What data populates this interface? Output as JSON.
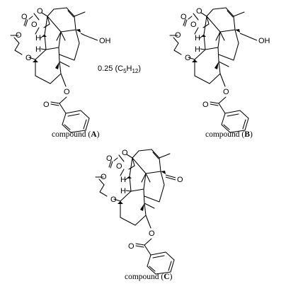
{
  "solvate": {
    "prefix": "0.25 (C",
    "c_sub": "5",
    "h": "H",
    "h_sub": "12",
    "suffix": ")"
  },
  "captions": [
    {
      "pre": "compound (",
      "letter": "A",
      "post": ")"
    },
    {
      "pre": "compound (",
      "letter": "B",
      "post": ")"
    },
    {
      "pre": "compound (",
      "letter": "C",
      "post": ")"
    }
  ],
  "atoms": {
    "O": "O",
    "H": "H",
    "OH": "OH"
  }
}
